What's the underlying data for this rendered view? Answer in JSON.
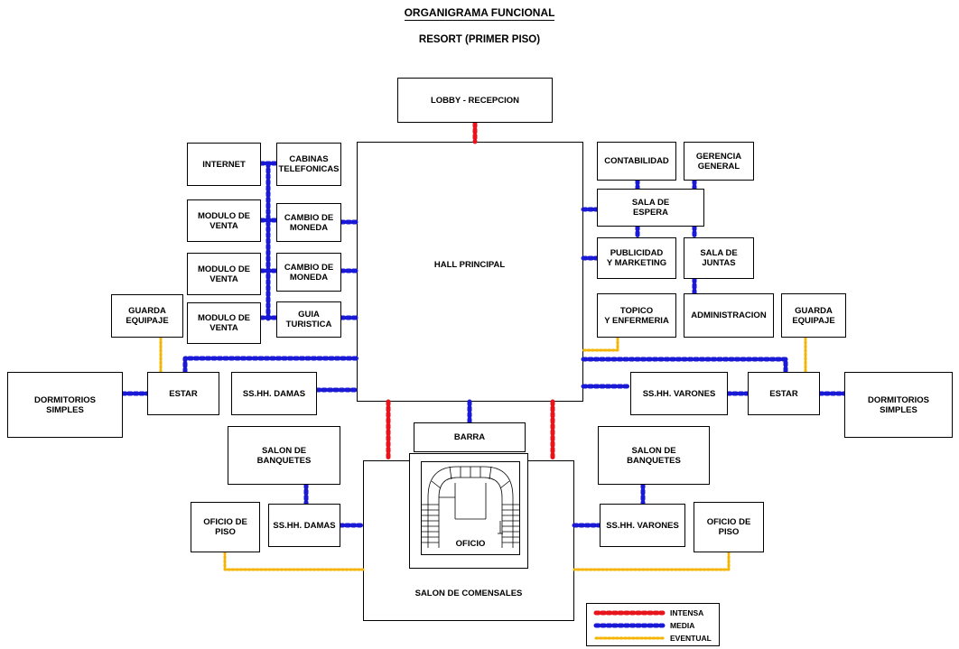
{
  "title": "ORGANIGRAMA FUNCIONAL",
  "subtitle": "RESORT (PRIMER PISO)",
  "colors": {
    "intensa": "#e8141b",
    "media": "#1a1ad6",
    "eventual": "#f5b400",
    "border": "#000000"
  },
  "labels": {
    "lobby": "LOBBY - RECEPCION",
    "hall": "HALL PRINCIPAL",
    "internet": "INTERNET",
    "cabinas": "CABINAS\nTELEFONICAS",
    "modulo_1": "MODULO DE\nVENTA",
    "modulo_2": "MODULO DE\nVENTA",
    "modulo_3": "MODULO DE\nVENTA",
    "cambio_1": "CAMBIO DE\nMONEDA",
    "cambio_2": "CAMBIO DE\nMONEDA",
    "guia": "GUIA\nTURISTICA",
    "guarda_left": "GUARDA\nEQUIPAJE",
    "guarda_right": "GUARDA\nEQUIPAJE",
    "dorm_left": "DORMITORIOS\nSIMPLES",
    "dorm_right": "DORMITORIOS\nSIMPLES",
    "estar_left": "ESTAR",
    "estar_right": "ESTAR",
    "sshh_damas_top": "SS.HH. DAMAS",
    "sshh_varones_top": "SS.HH. VARONES",
    "contabilidad": "CONTABILIDAD",
    "gerencia": "GERENCIA\nGENERAL",
    "sala_espera": "SALA DE\nESPERA",
    "publicidad": "PUBLICIDAD\nY MARKETING",
    "sala_juntas": "SALA DE\nJUNTAS",
    "topico": "TOPICO\nY ENFERMERIA",
    "administracion": "ADMINISTRACION",
    "barra": "BARRA",
    "oficio": "OFICIO",
    "salon_banquetes_left": "SALON DE\nBANQUETES",
    "salon_banquetes_right": "SALON DE\nBANQUETES",
    "oficio_piso_left": "OFICIO DE\nPISO",
    "oficio_piso_right": "OFICIO DE\nPISO",
    "sshh_damas_bottom": "SS.HH. DAMAS",
    "sshh_varones_bottom": "SS.HH. VARONES",
    "salon_comensales": "SALON DE  COMENSALES"
  },
  "legend": {
    "intensa": "INTENSA",
    "media": "MEDIA",
    "eventual": "EVENTUAL"
  },
  "links": [
    {
      "name": "lobby-hall",
      "type": "intensa"
    },
    {
      "name": "internet-cabinas",
      "type": "media"
    },
    {
      "name": "left-vertical-spine",
      "type": "media"
    },
    {
      "name": "modulo-1-cambio-1",
      "type": "media"
    },
    {
      "name": "modulo-2-cambio-2",
      "type": "media"
    },
    {
      "name": "modulo-3-guia",
      "type": "media"
    },
    {
      "name": "cambio-1-hall",
      "type": "media"
    },
    {
      "name": "cambio-2-hall",
      "type": "media"
    },
    {
      "name": "guia-hall",
      "type": "media"
    },
    {
      "name": "guarda-left-estar",
      "type": "eventual"
    },
    {
      "name": "dorm-left-estar",
      "type": "media"
    },
    {
      "name": "estar-left-hall",
      "type": "media"
    },
    {
      "name": "sshh-damas-hall",
      "type": "media"
    },
    {
      "name": "contabilidad-sala-espera",
      "type": "media"
    },
    {
      "name": "gerencia-sala-espera",
      "type": "media"
    },
    {
      "name": "sala-espera-hall",
      "type": "media"
    },
    {
      "name": "sala-espera-publicidad",
      "type": "media"
    },
    {
      "name": "sala-espera-sala-juntas",
      "type": "media"
    },
    {
      "name": "publicidad-hall",
      "type": "media"
    },
    {
      "name": "sala-juntas-administracion",
      "type": "media"
    },
    {
      "name": "topico-hall",
      "type": "eventual"
    },
    {
      "name": "estar-right-hall",
      "type": "media"
    },
    {
      "name": "guarda-right-estar",
      "type": "eventual"
    },
    {
      "name": "sshh-varones-hall",
      "type": "media"
    },
    {
      "name": "sshh-varones-estar",
      "type": "media"
    },
    {
      "name": "estar-dorm-right",
      "type": "media"
    },
    {
      "name": "hall-barra",
      "type": "media"
    },
    {
      "name": "hall-comensales-left",
      "type": "intensa"
    },
    {
      "name": "hall-comensales-right",
      "type": "intensa"
    },
    {
      "name": "banquetes-left-sshh",
      "type": "media"
    },
    {
      "name": "sshh-damas-comensales",
      "type": "media"
    },
    {
      "name": "oficio-piso-left-comensales",
      "type": "eventual"
    },
    {
      "name": "banquetes-right-sshh",
      "type": "media"
    },
    {
      "name": "sshh-varones-comensales",
      "type": "media"
    },
    {
      "name": "oficio-piso-right-comensales",
      "type": "eventual"
    }
  ]
}
